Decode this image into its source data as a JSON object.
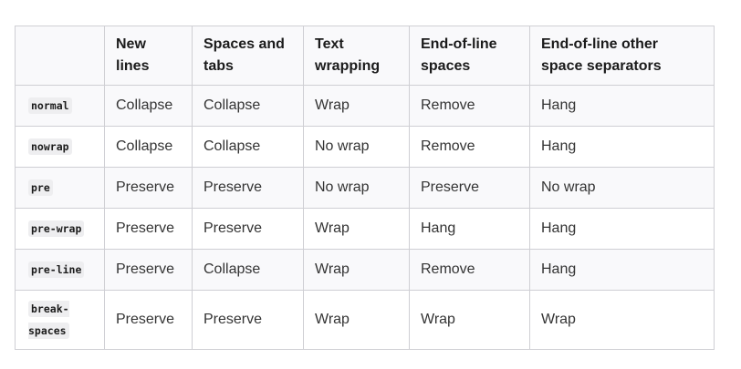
{
  "table": {
    "headers": [
      "",
      "New lines",
      "Spaces and tabs",
      "Text wrapping",
      "End-of-line spaces",
      "End-of-line other space separators"
    ],
    "rows": [
      {
        "key": "normal",
        "cells": [
          "Collapse",
          "Collapse",
          "Wrap",
          "Remove",
          "Hang"
        ]
      },
      {
        "key": "nowrap",
        "cells": [
          "Collapse",
          "Collapse",
          "No wrap",
          "Remove",
          "Hang"
        ]
      },
      {
        "key": "pre",
        "cells": [
          "Preserve",
          "Preserve",
          "No wrap",
          "Preserve",
          "No wrap"
        ]
      },
      {
        "key": "pre-wrap",
        "cells": [
          "Preserve",
          "Preserve",
          "Wrap",
          "Hang",
          "Hang"
        ]
      },
      {
        "key": "pre-line",
        "cells": [
          "Preserve",
          "Collapse",
          "Wrap",
          "Remove",
          "Hang"
        ]
      },
      {
        "key": "break-spaces",
        "cells": [
          "Preserve",
          "Preserve",
          "Wrap",
          "Wrap",
          "Wrap"
        ]
      }
    ]
  }
}
